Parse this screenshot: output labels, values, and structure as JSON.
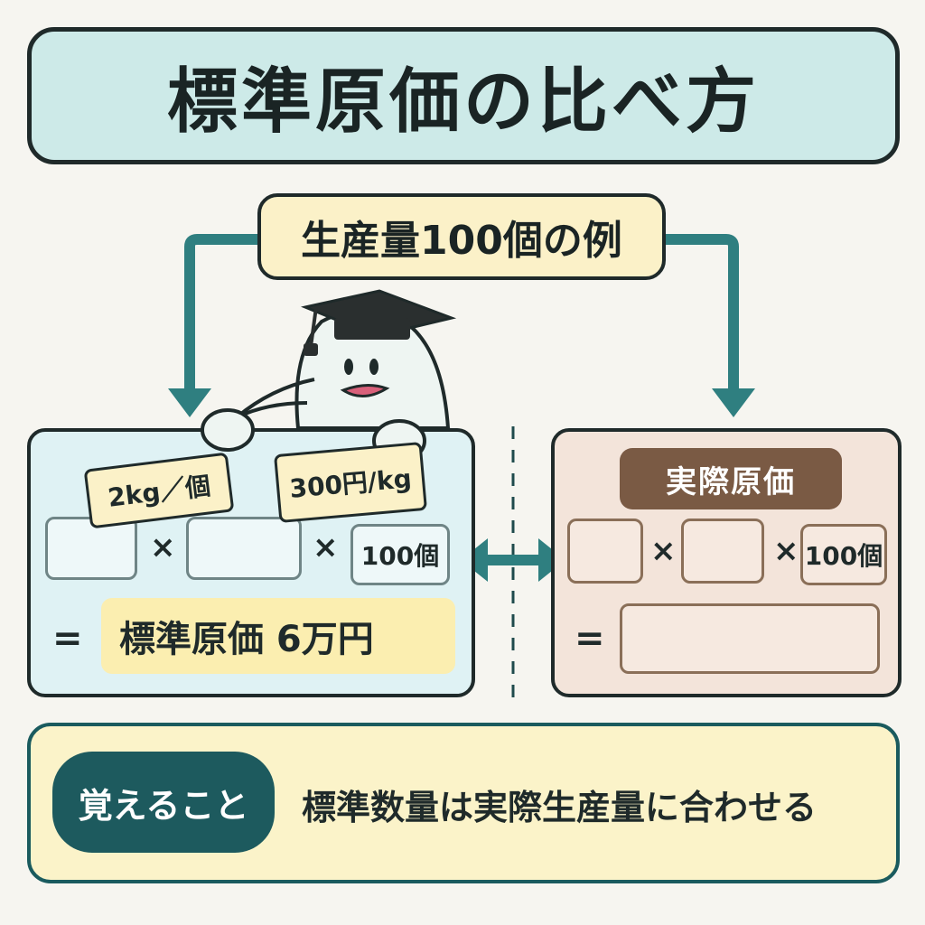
{
  "title": "標準原価の比べ方",
  "example_label": "生産量100個の例",
  "standard": {
    "tag_usage": "2kg／個",
    "tag_price": "300円/kg",
    "multiply_1": "×",
    "multiply_2": "×",
    "quantity": "100個",
    "equals": "=",
    "result": "標準原価  6万円"
  },
  "actual": {
    "header": "実際原価",
    "multiply_1": "×",
    "multiply_2": "×",
    "quantity": "100個",
    "equals": "="
  },
  "note": {
    "pill": "覚えること",
    "text": "標準数量は実際生産量に合わせる"
  },
  "colors": {
    "teal": "#2f7f80",
    "title_bg": "#cdeae8",
    "standard_bg": "#dff2f4",
    "actual_bg": "#f3e4da",
    "actual_header": "#7a5a44",
    "note_pill": "#1d5a5e",
    "note_bg": "#fbf3c9",
    "highlight": "#fbeeb0"
  }
}
